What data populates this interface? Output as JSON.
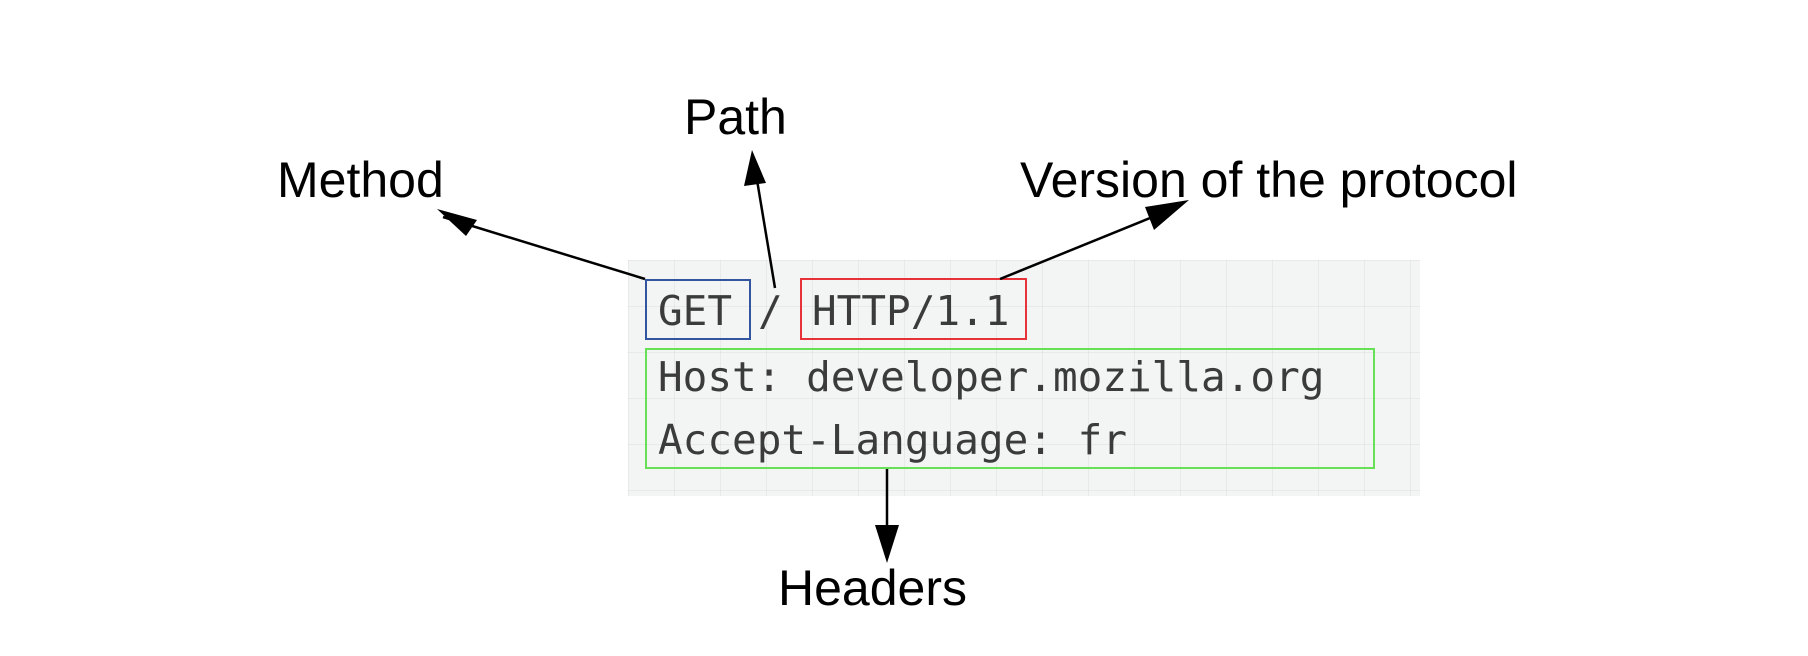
{
  "labels": {
    "method": "Method",
    "path": "Path",
    "version": "Version of the protocol",
    "headers": "Headers"
  },
  "request": {
    "method": "GET",
    "path": "/",
    "version": "HTTP/1.1",
    "headers": [
      "Host: developer.mozilla.org",
      "Accept-Language: fr"
    ]
  },
  "colors": {
    "method_box": "#3355a0",
    "version_box": "#e8323a",
    "headers_box": "#66e055",
    "panel_background": "#f3f4f4",
    "code_text": "#3b3b3b"
  }
}
